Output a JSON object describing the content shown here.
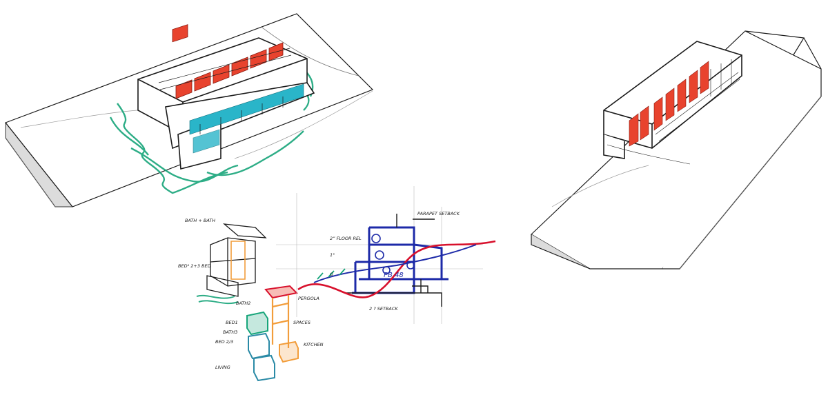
{
  "labels": {
    "unit_stack": "BATH + BATH",
    "bed_level": "BED¹ 2+3 BED",
    "bath_2": "BATH2",
    "pergola": "PERGOLA",
    "bed_1": "BED1",
    "bath_3": "BATH3",
    "spaces": "SPACES",
    "bed_2_3": "BED 2/3",
    "kitchen": "KITCHEN",
    "living": "LIVING",
    "floor_2": "2” FLOOR REL",
    "floor_1": "1°",
    "ground": "G",
    "setback": "2 ? SETBACK",
    "parapet": "PARAPET SETBACK",
    "rl": "PB 48"
  },
  "colors": {
    "ink": "#1a1a1a",
    "roof_red": "#e8432e",
    "glass_cyan": "#2ab5c9",
    "landscape_green": "#17a57a",
    "section_blue": "#1d2aa8",
    "ground_red": "#d8102c",
    "stair_orange": "#f29d3b",
    "paper_grey": "#e6e6e6"
  }
}
